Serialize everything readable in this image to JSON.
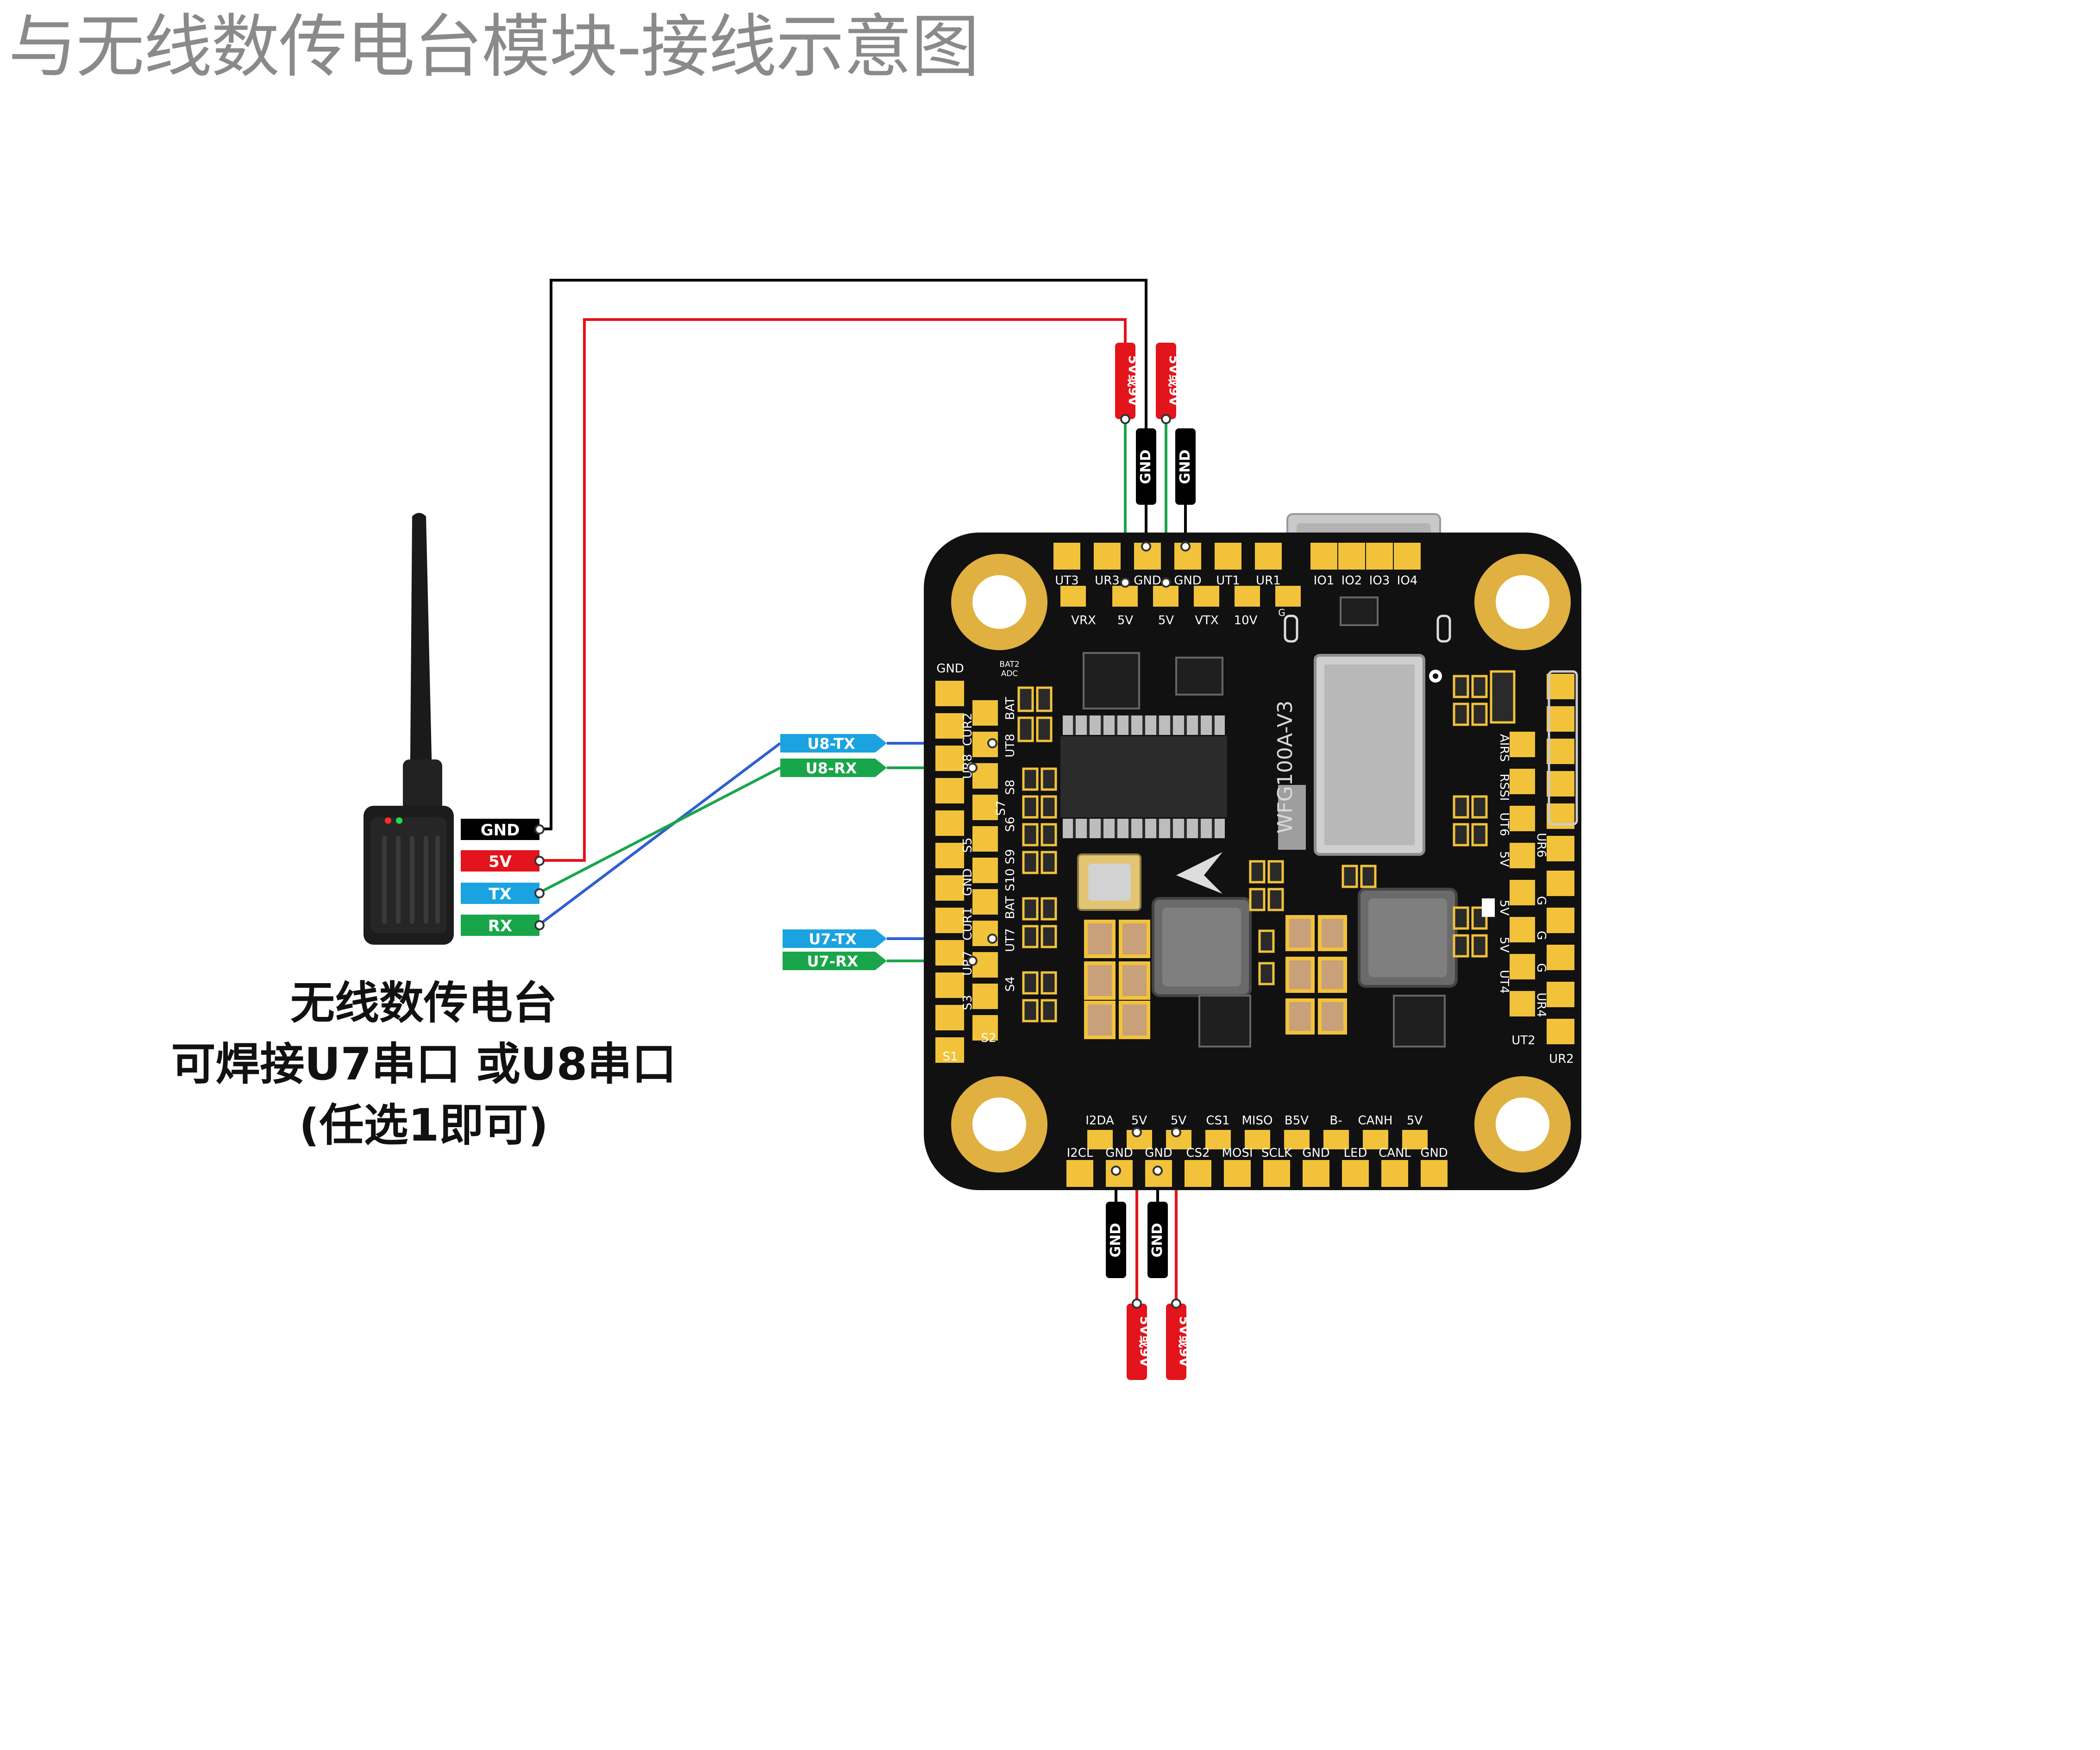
{
  "title": "与无线数传电台模块-接线示意图",
  "colors": {
    "gnd": "#000000",
    "v5": "#e3141b",
    "tx": "#1aa3e0",
    "rx": "#19a64a",
    "tx_wire": "#2f5fd0",
    "pad": "#f2c23a",
    "board": "#111111"
  },
  "radio": {
    "caption": [
      "无线数传电台",
      "可焊接U7串口 或U8串口",
      "(任选1即可)"
    ],
    "tags": [
      "GND",
      "5V",
      "TX",
      "RX"
    ]
  },
  "uart_tags": {
    "u8": [
      "U8-TX",
      "U8-RX"
    ],
    "u7": [
      "U7-TX",
      "U7-RX"
    ]
  },
  "power_tags": {
    "v5_alt": "5V或9V",
    "gnd": "GND"
  },
  "board": {
    "model": "WFG100A-V3",
    "top_outer": [
      "UT3",
      "UR3",
      "GND",
      "GND",
      "UT1",
      "UR1"
    ],
    "top_io": [
      "IO1",
      "IO2",
      "IO3",
      "IO4"
    ],
    "top_inner": [
      "VRX",
      "5V",
      "5V",
      "VTX",
      "10V"
    ],
    "top_g": "G",
    "left_outer": [
      "GND",
      "CUR2",
      "UR8",
      "S7",
      "S5",
      "GND",
      "CUR1",
      "UR7",
      "S3",
      "S1"
    ],
    "left_inner": [
      "BAT",
      "UT8",
      "S8",
      "S6",
      "S9",
      "S10",
      "BAT",
      "UT7",
      "S4",
      "S2"
    ],
    "bat2": [
      "BAT2",
      "ADC"
    ],
    "right_inner": [
      "AIRS",
      "RSSI",
      "UT6",
      "5V",
      "5V",
      "5V",
      "UT4",
      "UT2"
    ],
    "right_outer": [
      "UR6",
      "G",
      "G",
      "G",
      "UR4",
      "UR2"
    ],
    "bottom_upper": [
      "I2DA",
      "5V",
      "5V",
      "CS1",
      "MISO",
      "B5V",
      "B-",
      "CANH",
      "5V"
    ],
    "bottom_lower": [
      "I2CL",
      "GND",
      "GND",
      "CS2",
      "MOSI",
      "SCLK",
      "GND",
      "LED",
      "CANL",
      "GND"
    ]
  }
}
